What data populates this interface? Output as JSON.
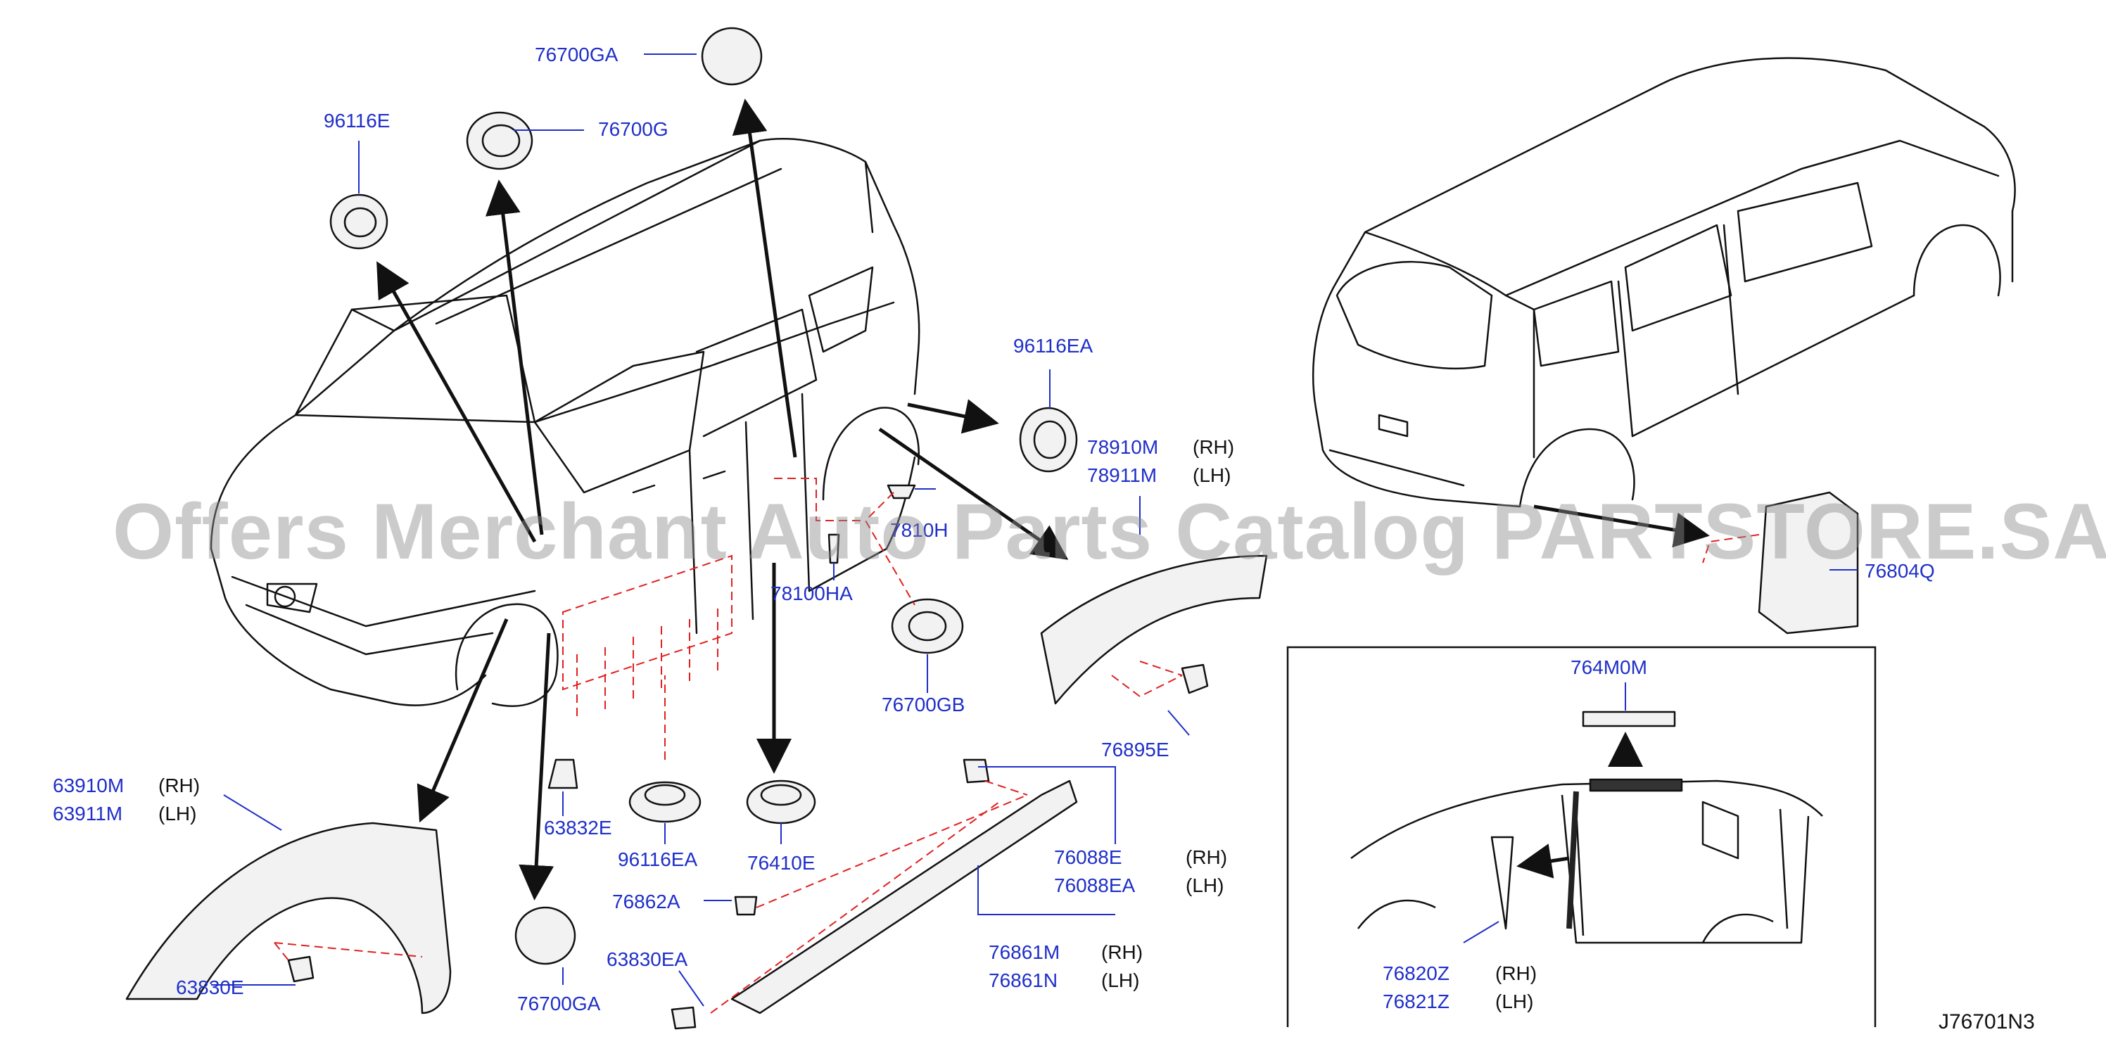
{
  "diagram_code": "J76701N3",
  "watermark": "Offers Merchant Auto Parts Catalog PARTSTORE.SA",
  "side_rh": "(RH)",
  "side_lh": "(LH)",
  "parts": {
    "p76700GA_top": "76700GA",
    "p96116E": "96116E",
    "p76700G": "76700G",
    "p96116EA_top": "96116EA",
    "p78910M": "78910M",
    "p78911M": "78911M",
    "p7810H": "7810H",
    "p78100HA": "78100HA",
    "p76700GB": "76700GB",
    "p76804Q": "76804Q",
    "p764M0M": "764M0M",
    "p76895E": "76895E",
    "p63910M": "63910M",
    "p63911M": "63911M",
    "p63832E": "63832E",
    "p96116EA_bot": "96116EA",
    "p76410E": "76410E",
    "p76088E": "76088E",
    "p76088EA": "76088EA",
    "p76862A": "76862A",
    "p76861M": "76861M",
    "p76861N": "76861N",
    "p63830EA": "63830EA",
    "p63830E": "63830E",
    "p76700GA_bot": "76700GA",
    "p76820Z": "76820Z",
    "p76821Z": "76821Z"
  },
  "colors": {
    "label": "#1f2fc8",
    "line": "#111111",
    "leader": "#1f2fc8",
    "hidden": "#e02020"
  }
}
